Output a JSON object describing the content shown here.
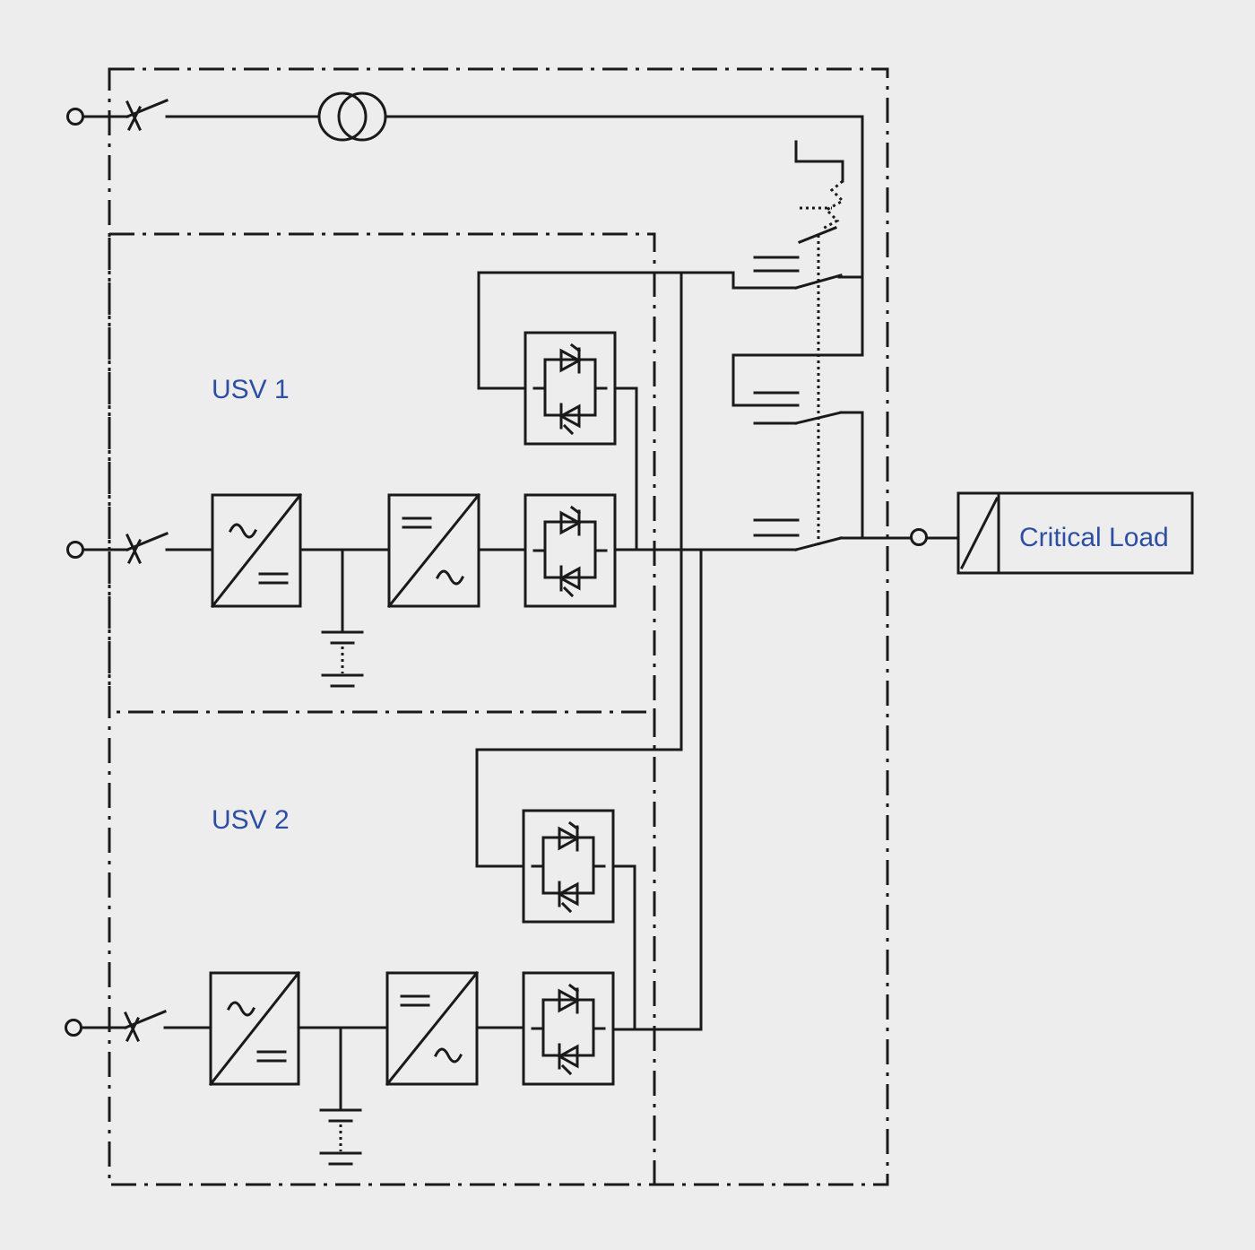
{
  "diagram": {
    "labels": {
      "usv1": "USV 1",
      "usv2": "USV 2",
      "critical_load": "Critical Load"
    },
    "colors": {
      "label": "#2c4fa3",
      "line": "#1a1a1a",
      "background": "#ededed"
    }
  }
}
